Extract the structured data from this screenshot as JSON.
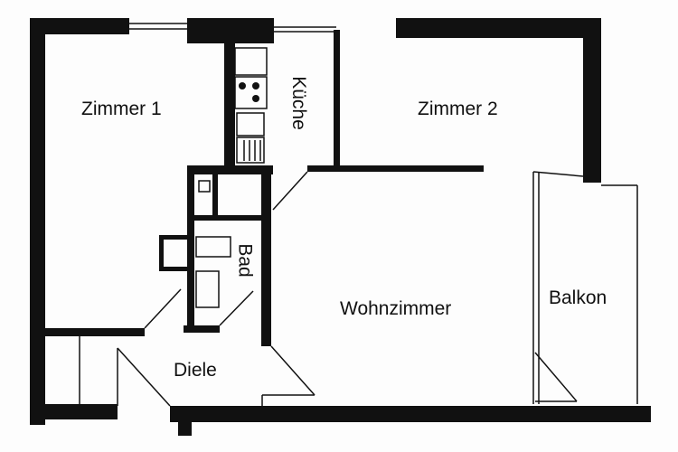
{
  "plan": {
    "rooms": {
      "zimmer1": "Zimmer 1",
      "kueche": "Küche",
      "zimmer2": "Zimmer 2",
      "bad": "Bad",
      "wohnzimmer": "Wohnzimmer",
      "balkon": "Balkon",
      "diele": "Diele"
    }
  }
}
